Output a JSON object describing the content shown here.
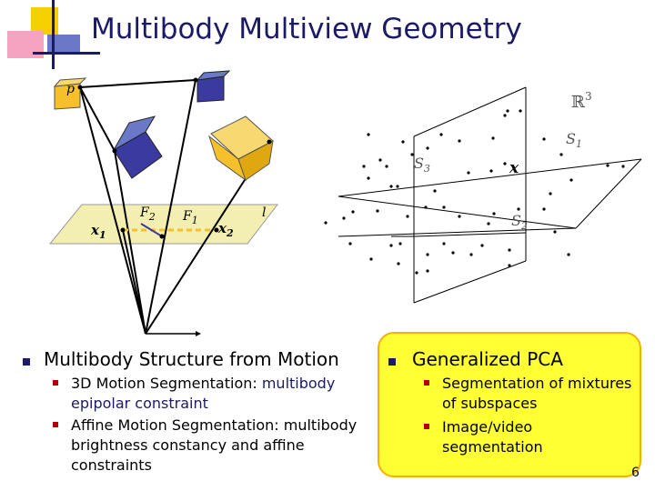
{
  "title": "Multibody Multiview Geometry",
  "figure_left": {
    "point_label": "p",
    "x1_label": "x",
    "x1_sub": "1",
    "x2_label": "x",
    "x2_sub": "2",
    "f1_label": "F",
    "f1_sub": "1",
    "f2_label": "F",
    "f2_sub": "2",
    "line_label": "l"
  },
  "figure_right": {
    "space_label": "ℝ",
    "space_sup": "3",
    "s1_label": "S",
    "s1_sub": "1",
    "s2_label": "S",
    "s2_sub": "2",
    "s3_label": "S",
    "s3_sub": "3",
    "x_label": "x"
  },
  "left_column": {
    "heading": "Multibody Structure from Motion",
    "items": [
      {
        "text_plain": "3D Motion Segmentation: ",
        "text_accent": "multibody epipolar constraint"
      },
      {
        "text_plain": "Affine Motion Segmentation: multibody brightness constancy and affine constraints",
        "text_accent": ""
      }
    ]
  },
  "right_column": {
    "heading": "Generalized PCA",
    "items": [
      {
        "text": "Segmentation of mixtures of subspaces"
      },
      {
        "text": "Image/video segmentation"
      }
    ]
  },
  "page_number": "6",
  "colors": {
    "title": "#1a1a66",
    "accent_text": "#1a1a66",
    "yellow_panel": "#ffff33",
    "bullet_sub": "#b00000",
    "cube_blue": "#3a3aa0",
    "cube_yellow": "#f5c02a",
    "plane": "#f3efb0"
  }
}
